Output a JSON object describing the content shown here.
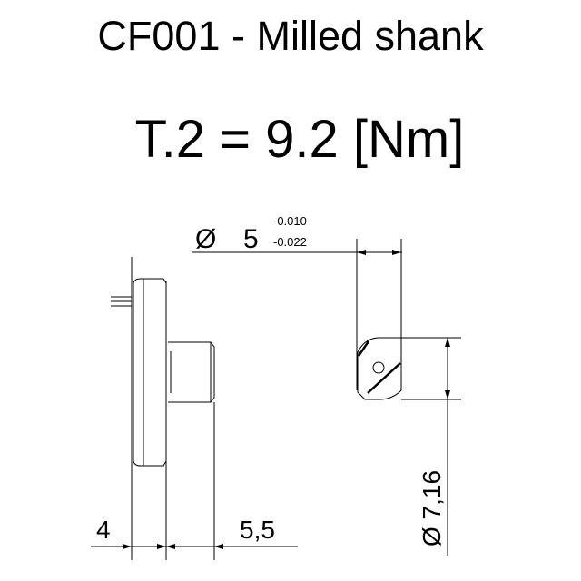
{
  "title": "CF001 - Milled shank",
  "torque": "T.2 = 9.2 [Nm]",
  "dimensions": {
    "diameter_symbol": "Ø",
    "shank_diameter": "5",
    "shank_tol_upper": "-0.010",
    "shank_tol_lower": "-0.022",
    "flange_thickness": "4",
    "shank_length": "5,5",
    "head_diameter": "Ø 7,16"
  }
}
